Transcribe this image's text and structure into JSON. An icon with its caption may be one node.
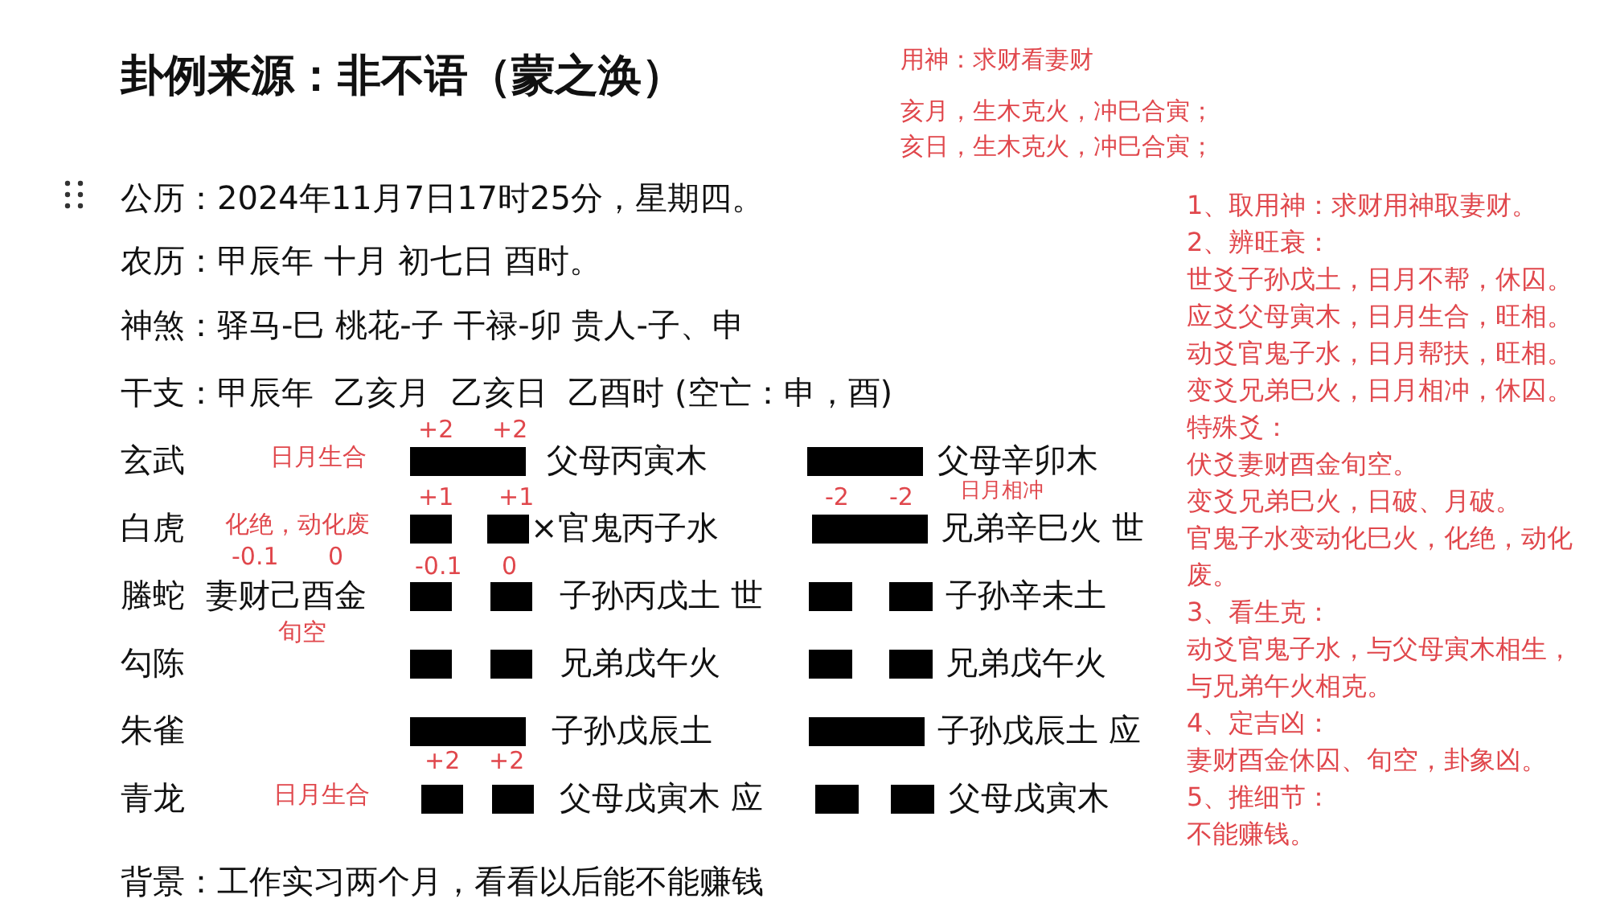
{
  "diagram": {
    "title": "卦例来源：非不语（蒙之涣）",
    "nodes": [
      {
        "text": [],
        "shape": "bar"
      },
      {
        "text": [],
        "shape": "bar"
      },
      {
        "text": [],
        "shape": "bar"
      },
      {
        "text": [],
        "shape": "bar"
      },
      {
        "text": [],
        "shape": "bar"
      },
      {
        "text": [],
        "shape": "bar"
      },
      {
        "text": [],
        "shape": "bar"
      },
      {
        "text": [],
        "shape": "bar"
      },
      {
        "text": [],
        "shape": "bar"
      },
      {
        "text": [],
        "shape": "bar"
      },
      {
        "text": [],
        "shape": "bar"
      },
      {
        "text": [],
        "shape": "bar"
      },
      {
        "text": [],
        "shape": "bar"
      },
      {
        "text": [],
        "shape": "bar"
      },
      {
        "text": [],
        "shape": "bar"
      },
      {
        "text": [],
        "shape": "bar"
      },
      {
        "text": [],
        "shape": "bar"
      },
      {
        "text": [],
        "shape": "bar"
      },
      {
        "text": [],
        "shape": "bar"
      }
    ],
    "labels": [
      "用神：求财看妻财",
      "亥月，生木克火，冲巳合寅；",
      "亥日，生木克火，冲巳合寅；",
      "公历：2024年11月7日17时25分，星期四。",
      "1、取用神：求财用神取妻财。",
      "2、辨旺衰：",
      "世爻子孙戊土，日月不帮，休囚。",
      "应爻父母寅木，日月生合，旺相。",
      "动爻官鬼子水，日月帮扶，旺相。",
      "变爻兄弟巳火，日月相冲，休囚。",
      "特殊爻：",
      "伏爻妻财酉金旬空。",
      "变爻兄弟巳火，日破、月破。",
      "官鬼子水变动化巳火，化绝，动化废。",
      "3、看生克：",
      "动爻官鬼子水，与父母寅木相生，与兄弟午火相克。",
      "4、定吉凶：",
      "妻财酉金休囚、旬空，卦象凶。",
      "5、推细节：",
      "不能赚钱。",
      "农历：甲辰年 十月 初七日 酉时。",
      "神煞：驿马-巳 桃花-子 干禄-卯 贵人-子、申",
      "干支：甲辰年  乙亥月  乙亥日  乙酉时 (空亡：申，酉)",
      "+2",
      "+2",
      "玄武",
      "日月生合",
      "父母丙寅木",
      "父母辛卯木",
      "+1",
      "+1",
      "-2",
      "-2",
      "日月相冲",
      "白虎",
      "化绝，动化废",
      "×官鬼丙子水",
      "兄弟辛巳火 世",
      "-0.1",
      "0",
      "-0.1",
      "0",
      "螣蛇",
      "妻财己酉金",
      "子孙丙戊土 世",
      "子孙辛未土",
      "旬空",
      "勾陈",
      "兄弟戊午火",
      "兄弟戊午火",
      "朱雀",
      "子孙戊辰土",
      "子孙戊辰土 应",
      "+2",
      "+2",
      "青龙",
      "日月生合",
      "父母戊寅木 应",
      "父母戊寅木",
      "背景：工作实习两个月，看看以后能不能赚钱"
    ]
  }
}
